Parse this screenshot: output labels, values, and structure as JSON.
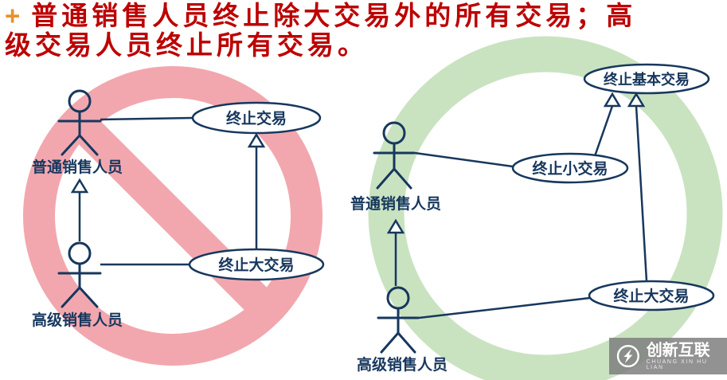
{
  "title": {
    "bullet": "+",
    "line1": "普通销售人员终止除大交易外的所有交易；高",
    "line2": "级交易人员终止所有交易。"
  },
  "left_diagram": {
    "actor_top": "普通销售人员",
    "actor_bottom": "高级销售人员",
    "usecase_top": "终止交易",
    "usecase_bottom": "终止大交易"
  },
  "right_diagram": {
    "actor_top": "普通销售人员",
    "actor_bottom": "高级销售人员",
    "usecase_top": "终止基本交易",
    "usecase_middle": "终止小交易",
    "usecase_bottom": "终止大交易"
  },
  "watermark": {
    "brand": "创新互联",
    "subtitle": "CHUANG XIN HU LIAN"
  },
  "colors": {
    "title_red": "#BD0000",
    "bullet_orange": "#E8912D",
    "diagram_navy": "#17375D",
    "prohibit_pink": "#F2A7AE",
    "allow_green": "#C9E3C1",
    "watermark_gray": "#7D7D7D"
  }
}
